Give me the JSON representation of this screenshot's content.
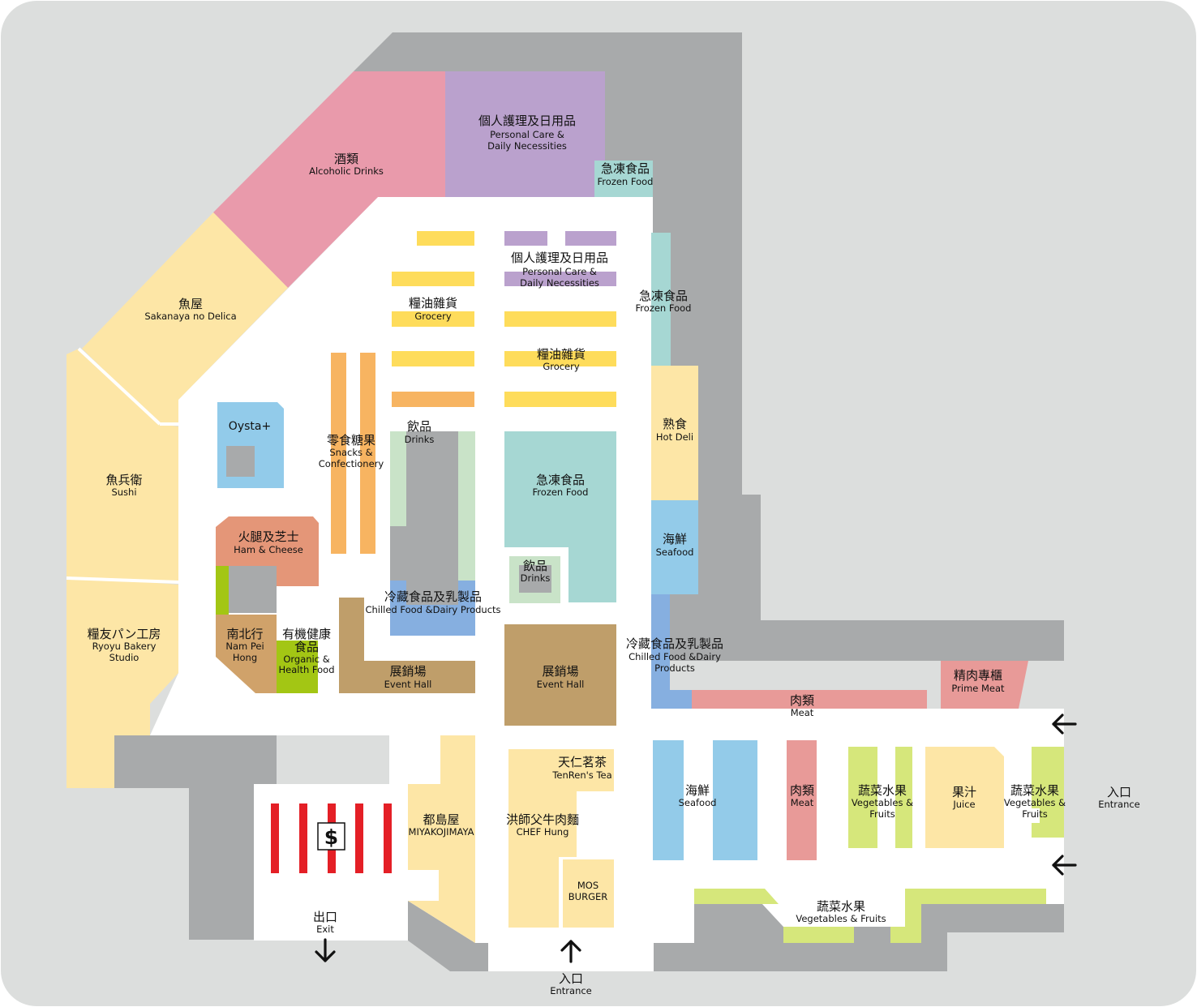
{
  "colors": {
    "frame": "#dcdedd",
    "wall": "#a8aaab",
    "floor": "#ffffff",
    "alcohol": "#e99aab",
    "personal_care": "#baa1cd",
    "frozen": "#a6d7d3",
    "deli": "#fde6a6",
    "grocery": "#fedc5b",
    "snacks": "#f7b461",
    "drinks": "#c9e3c8",
    "chilled": "#86afe0",
    "seafood": "#93cbe9",
    "meat": "#e89a98",
    "veg": "#d6e77b",
    "event": "#bf9e6a",
    "ham": "#e49678",
    "organic": "#a3c614",
    "nampei": "#d0a26a",
    "oysta": "#92cbea",
    "checkout": "#e41f26"
  },
  "labels": {
    "alcohol": {
      "zh": "酒類",
      "en": "Alcoholic Drinks"
    },
    "pc_top": {
      "zh": "個人護理及日用品",
      "en1": "Personal Care &",
      "en2": "Daily Necessities"
    },
    "frozen_top": {
      "zh": "急凍食品",
      "en": "Frozen Food"
    },
    "sakanaya": {
      "zh": "魚屋",
      "en": "Sakanaya no Delica"
    },
    "pc_mid": {
      "zh": "個人護理及日用品",
      "en1": "Personal Care &",
      "en2": "Daily Necessities"
    },
    "frozen_right": {
      "zh": "急凍食品",
      "en": "Frozen Food"
    },
    "grocery_1": {
      "zh": "糧油雜貨",
      "en": "Grocery"
    },
    "grocery_2": {
      "zh": "糧油雜貨",
      "en": "Grocery"
    },
    "oysta": {
      "en": "Oysta+"
    },
    "snacks": {
      "zh": "零食糖果",
      "en1": "Snacks &",
      "en2": "Confectionery"
    },
    "drinks_1": {
      "zh": "飲品",
      "en": "Drinks"
    },
    "hot_deli": {
      "zh": "熟食",
      "en": "Hot Deli"
    },
    "sushi": {
      "zh": "魚兵衛",
      "en": "Sushi"
    },
    "frozen_center": {
      "zh": "急凍食品",
      "en": "Frozen Food"
    },
    "ham": {
      "zh": "火腿及芝士",
      "en": "Ham & Cheese"
    },
    "seafood_1": {
      "zh": "海鮮",
      "en": "Seafood"
    },
    "drinks_2": {
      "zh": "飲品",
      "en": "Drinks"
    },
    "chilled_1": {
      "zh": "冷藏食品及乳製品",
      "en": "Chilled Food &Dairy Products"
    },
    "bakery": {
      "zh": "糧友パン工房",
      "en1": "Ryoyu Bakery",
      "en2": "Studio"
    },
    "nampei": {
      "zh": "南北行",
      "en1": "Nam Pei",
      "en2": "Hong"
    },
    "organic": {
      "zh1": "有機健康",
      "zh2": "食品",
      "en1": "Organic &",
      "en2": "Health Food"
    },
    "chilled_2": {
      "zh": "冷藏食品及乳製品",
      "en1": "Chilled Food &Dairy",
      "en2": "Products"
    },
    "prime_meat": {
      "zh": "精肉專櫃",
      "en": "Prime Meat"
    },
    "event_1": {
      "zh": "展銷場",
      "en": "Event Hall"
    },
    "event_2": {
      "zh": "展銷場",
      "en": "Event Hall"
    },
    "meat_1": {
      "zh": "肉類",
      "en": "Meat"
    },
    "tenren": {
      "zh": "天仁茗茶",
      "en": "TenRen's Tea"
    },
    "seafood_2": {
      "zh": "海鮮",
      "en": "Seafood"
    },
    "meat_2": {
      "zh": "肉類",
      "en": "Meat"
    },
    "veg_1": {
      "zh": "蔬菜水果",
      "en1": "Vegetables &",
      "en2": "Fruits"
    },
    "juice": {
      "zh": "果汁",
      "en": "Juice"
    },
    "veg_2": {
      "zh": "蔬菜水果",
      "en1": "Vegetables &",
      "en2": "Fruits"
    },
    "entrance_r": {
      "zh": "入口",
      "en": "Entrance"
    },
    "miyako": {
      "zh": "都島屋",
      "en": "MIYAKOJIMAYA"
    },
    "chef": {
      "zh": "洪師父牛肉麵",
      "en": "CHEF Hung"
    },
    "mos": {
      "en1": "MOS",
      "en2": "BURGER"
    },
    "veg_3": {
      "zh": "蔬菜水果",
      "en": "Vegetables & Fruits"
    },
    "exit": {
      "zh": "出口",
      "en": "Exit"
    },
    "entrance_b": {
      "zh": "入口",
      "en": "Entrance"
    },
    "cashier": {
      "symbol": "$"
    }
  }
}
